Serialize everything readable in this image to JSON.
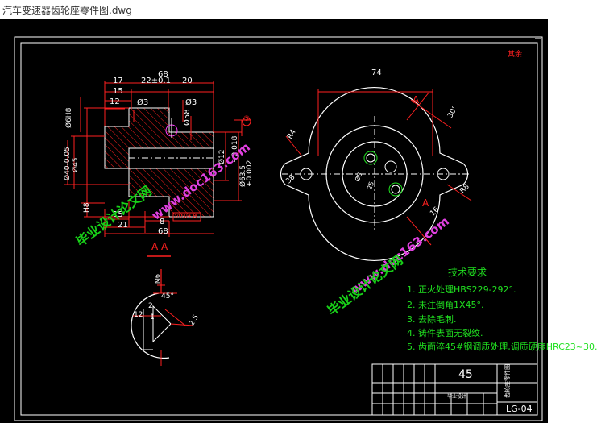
{
  "window": {
    "title": "汽车变速器齿轮座零件图.dwg"
  },
  "drawing": {
    "section_label": "A-A",
    "top_right_note": "其余",
    "section_marker": "A",
    "section_marker_2": "A",
    "datum_marker": "B",
    "circle_marker": "③",
    "main_view": {
      "dims": {
        "overall_length": "68",
        "len_17": "17",
        "len_22": "22±0.1",
        "len_20": "20",
        "len_15_top": "15",
        "len_12": "12",
        "len_3_top": "Ø3",
        "len_3_b": "Ø3",
        "dia_58": "Ø58",
        "dia_h8": "Ø6H8",
        "dia_40": "Ø40-0.05",
        "dia_45": "Ø45",
        "dia_h8b": "H8",
        "dia_12": "Ø12",
        "dia_018": "+0.018",
        "dia_635": "Ø63.5",
        "dia_002": "+0.002",
        "len_15_bot": "15",
        "len_21": "21",
        "len_8": "8",
        "len_68_bot": "68",
        "tol_box": "//0.04 B"
      }
    },
    "right_view": {
      "dims": {
        "width_74": "74",
        "angle_30": "30°",
        "r_4": "R4",
        "r_38": "38",
        "dia_8": "Ø8",
        "dia_25": "25",
        "r_8b": "R8",
        "dia_16": "16"
      }
    },
    "detail_view": {
      "dims": {
        "angle_45": "45°",
        "len_2": "2",
        "len_12": "12",
        "len_1": "1",
        "len_25": "2.5",
        "top_label": "M6"
      }
    },
    "notes": {
      "heading": "技术要求",
      "items": [
        "1. 正火处理HBS229-292°.",
        "2. 未注倒角1X45°.",
        "3. 去除毛刺.",
        "4. 铸件表面无裂纹.",
        "5. 齿面淬45#钢调质处理,调质硬度HRC23~30."
      ]
    },
    "title_block": {
      "material": "45",
      "drawing_no": "LG-04",
      "part_name": "齿轮座零件图",
      "school": "毕业设计"
    },
    "watermarks": {
      "site": "www.doc163.com",
      "name": "毕业设计论文网"
    }
  },
  "colors": {
    "canvas_bg": "#000000",
    "outline": "#ffffff",
    "dimension": "#ff2020",
    "hatch": "#ff2020",
    "notes": "#20e020",
    "heading": "#20e020",
    "watermark_green": "#18d018",
    "watermark_magenta": "#e040e0",
    "circle_green": "#20e020"
  }
}
